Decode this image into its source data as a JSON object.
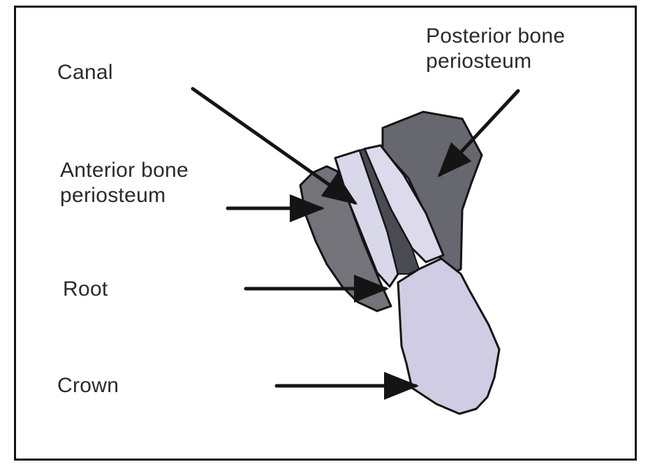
{
  "labels": {
    "canal": "Canal",
    "posterior_line1": "Posterior bone",
    "posterior_line2": "periosteum",
    "anterior_line1": "Anterior bone",
    "anterior_line2": "periosteum",
    "root": "Root",
    "crown": "Crown"
  },
  "colors": {
    "posterior_bone": "#67676f",
    "anterior_bone": "#737379",
    "root": "#d9d7ea",
    "canal": "#4a4a52",
    "crown": "#cfcce3",
    "outline": "#141414",
    "arrow": "#141414"
  }
}
